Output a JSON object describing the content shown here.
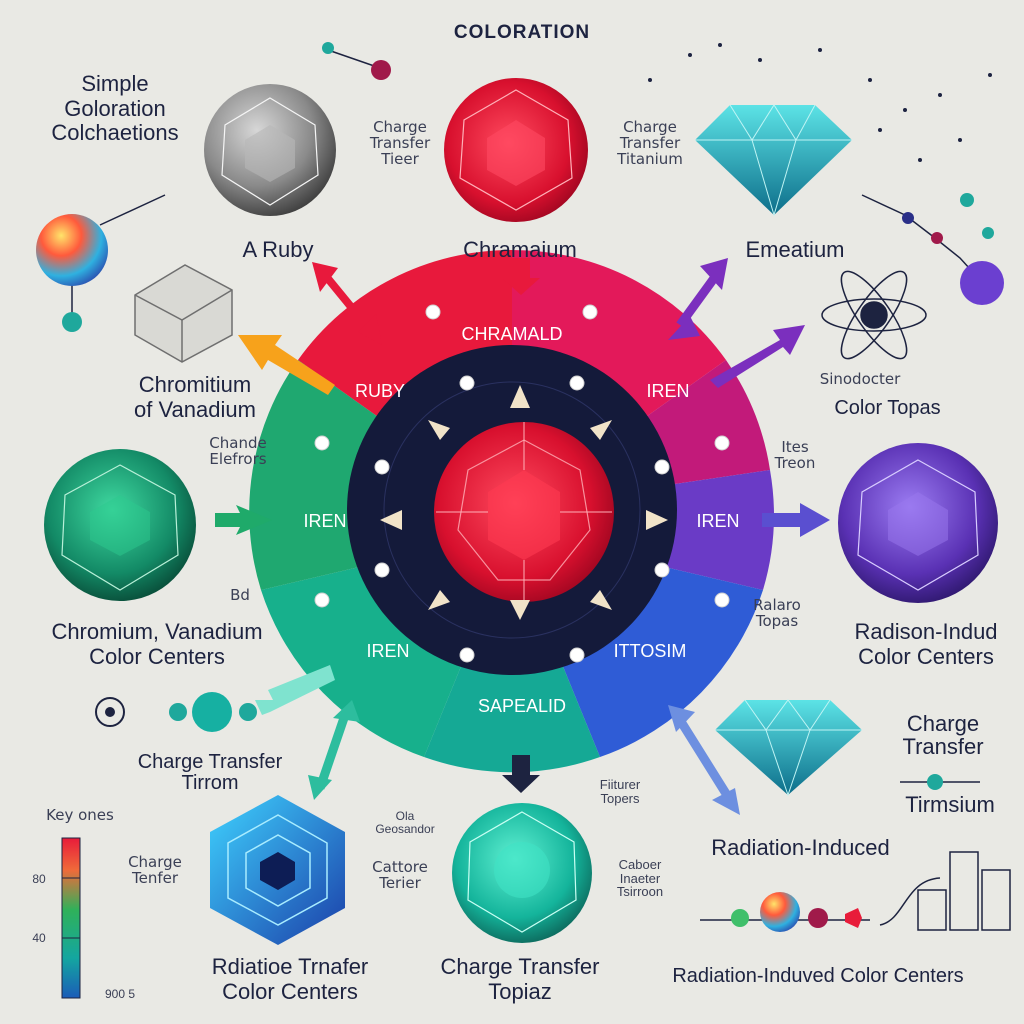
{
  "title": "COLORATION",
  "colors": {
    "ruby": "#e8193c",
    "magenta": "#c21a5e",
    "purple": "#7b2fbe",
    "blue": "#3b56d6",
    "teal": "#18b39a",
    "green": "#1fa36b",
    "navy": "#141a3a",
    "orange": "#f7a21b"
  },
  "ring_labels": {
    "ruby": "RUBY",
    "top": "CHRAMALD",
    "right_top": "IREN",
    "right": "IREN",
    "left": "IREN",
    "bottom_left": "IREN",
    "bottom": "SAPEALID",
    "bottom_right": "ITTOSIM"
  },
  "labels": {
    "simple": [
      "Simple",
      "Goloration",
      "Colchaetions"
    ],
    "a_ruby": "A Ruby",
    "charge_ts": [
      "Charge",
      "Transfer",
      "Tieer"
    ],
    "chramaium": "Chramaium",
    "charge_tt": [
      "Charge",
      "Transfer",
      "Titanium"
    ],
    "emeatium": "Emeatium",
    "chromitium": [
      "Chromitium",
      "of Vanadium"
    ],
    "chande": [
      "Chande",
      "Elefrors"
    ],
    "sinodocter": "Sinodocter",
    "color_topas": "Color Topas",
    "ites": [
      "Ites",
      "Treon"
    ],
    "chromium_vanadium": [
      "Chromium, Vanadium",
      "Color Centers"
    ],
    "bd": "Bd",
    "ralaro": [
      "Ralaro",
      "Topas"
    ],
    "radison": [
      "Radison-Indud",
      "Color Centers"
    ],
    "charge_tt2": [
      "Charge Transfer",
      "Tirrom"
    ],
    "charge_tt3": [
      "Charge",
      "Transfer"
    ],
    "tirmsium": "Tirmsium",
    "key": "Key ones",
    "charge_t4": [
      "Charge",
      "Tenfer"
    ],
    "ola": [
      "Ola",
      "Geosandor"
    ],
    "cattore": [
      "Cattore",
      "Terier"
    ],
    "fiiturer": [
      "Fiiturer",
      "Topers"
    ],
    "caboer": [
      "Caboer",
      "Inaeter",
      "Tsirroon"
    ],
    "radiation_induced": "Radiation-Induced",
    "rdiatioe": [
      "Rdiatioe Trnafer",
      "Color Centers"
    ],
    "charge_topiaz": [
      "Charge Transfer",
      "Topiaz"
    ],
    "radiation_ccc": "Radiation-Induved Color Centers",
    "scale_top": "80",
    "scale_mid": "40",
    "scale_bot": "900 5"
  }
}
